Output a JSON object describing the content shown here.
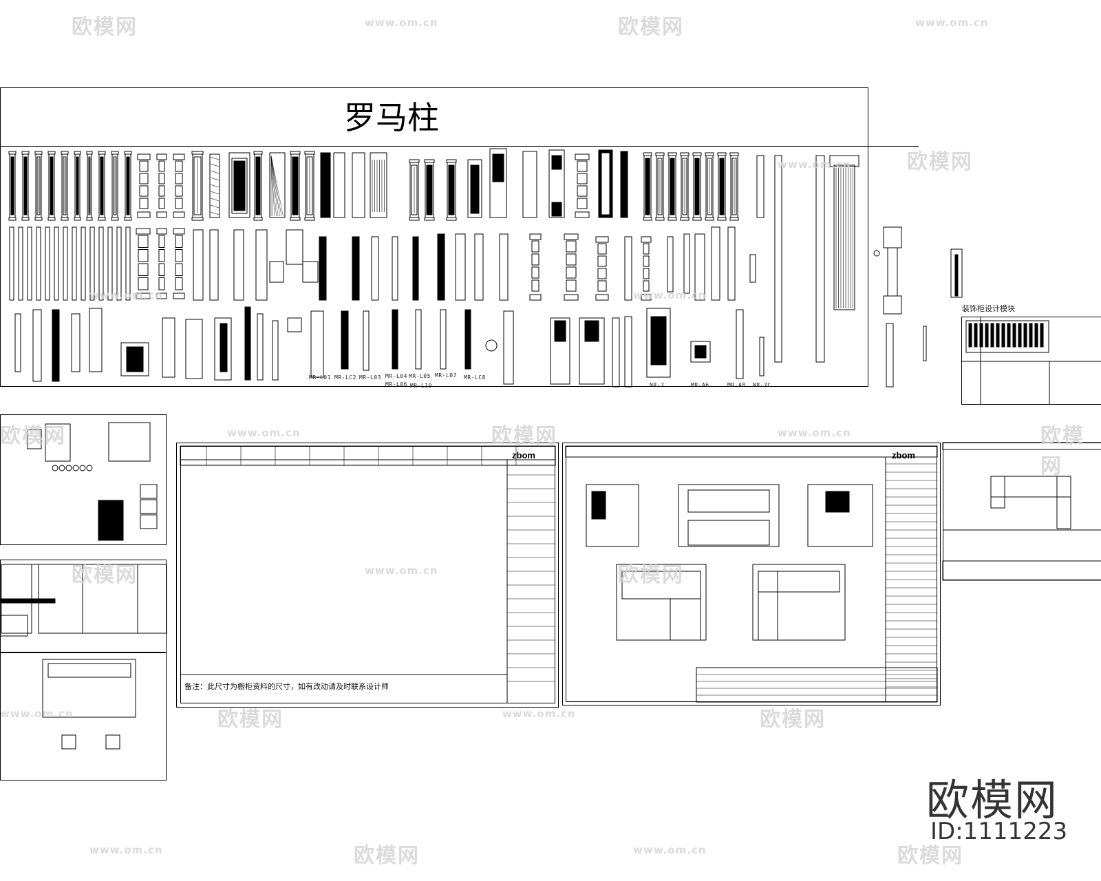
{
  "sheet": {
    "title": "罗马柱",
    "codes": [
      "MR-L01",
      "MR-LC2",
      "MR-L03",
      "MR-L04",
      "MR-L05",
      "MR-L07",
      "MR-LC8",
      "MR-L06",
      "MR-L10",
      "NR-7",
      "MR-A6",
      "MR-A8",
      "NR-7C"
    ]
  },
  "module_box": {
    "label": "装饰柜设计模块"
  },
  "sheet_notes": {
    "remark": "备注：此尺寸为橱柜资料的尺寸，如有改动请及时联系设计师"
  },
  "logos": {
    "zbom": "zbom"
  },
  "watermark": {
    "text": "欧模网",
    "url": "www.om.cn",
    "brand": "欧模网",
    "id": "ID:1111223"
  }
}
